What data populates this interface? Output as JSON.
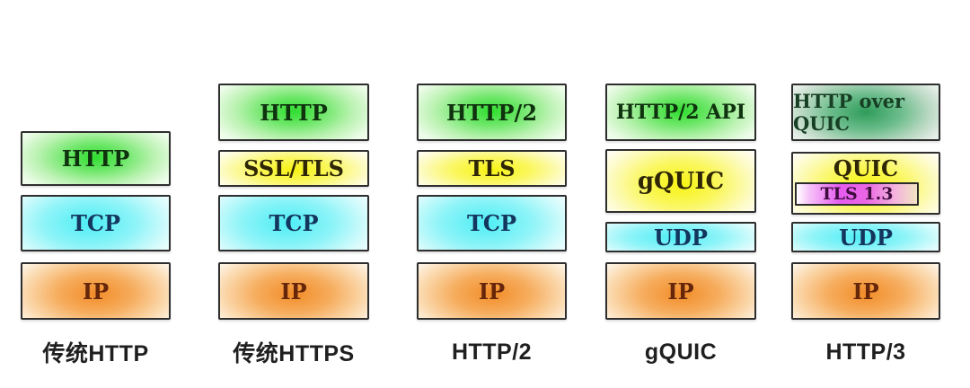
{
  "diagram_title": "HTTP protocol stack evolution",
  "colors": {
    "app_green": "#2fdd2f",
    "app_green_dark": "#2f9c5a",
    "security_yellow": "#f7f312",
    "transport_cyan": "#4deef5",
    "network_orange": "#f28c28",
    "tls13_magenta": "#e65cf0",
    "box_border": "#2e2e2e",
    "label_text": "#1f1f1f"
  },
  "columns": [
    {
      "label": "传统HTTP",
      "boxes": [
        {
          "label": "HTTP",
          "layer": "application"
        },
        {
          "label": "TCP",
          "layer": "transport"
        },
        {
          "label": "IP",
          "layer": "network"
        }
      ]
    },
    {
      "label": "传统HTTPS",
      "boxes": [
        {
          "label": "HTTP",
          "layer": "application"
        },
        {
          "label": "SSL/TLS",
          "layer": "security"
        },
        {
          "label": "TCP",
          "layer": "transport"
        },
        {
          "label": "IP",
          "layer": "network"
        }
      ]
    },
    {
      "label": "HTTP/2",
      "boxes": [
        {
          "label": "HTTP/2",
          "layer": "application"
        },
        {
          "label": "TLS",
          "layer": "security"
        },
        {
          "label": "TCP",
          "layer": "transport"
        },
        {
          "label": "IP",
          "layer": "network"
        }
      ]
    },
    {
      "label": "gQUIC",
      "boxes": [
        {
          "label": "HTTP/2 API",
          "layer": "application"
        },
        {
          "label": "gQUIC",
          "layer": "security"
        },
        {
          "label": "UDP",
          "layer": "transport"
        },
        {
          "label": "IP",
          "layer": "network"
        }
      ]
    },
    {
      "label": "HTTP/3",
      "boxes": [
        {
          "label": "HTTP over QUIC",
          "layer": "application"
        },
        {
          "label": "QUIC",
          "layer": "security",
          "nested": {
            "label": "TLS 1.3"
          }
        },
        {
          "label": "UDP",
          "layer": "transport"
        },
        {
          "label": "IP",
          "layer": "network"
        }
      ]
    }
  ]
}
